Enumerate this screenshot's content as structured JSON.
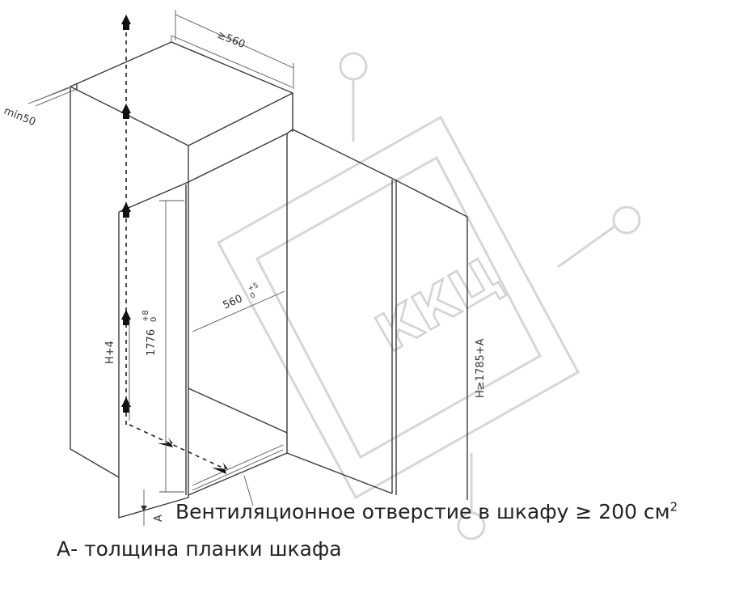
{
  "watermark": {
    "text": "ККЦ"
  },
  "dimensions": {
    "cabinet_depth": "≥560",
    "min_gap": "min50",
    "niche_width": "560",
    "niche_width_tol_upper": "+5",
    "niche_width_tol_lower": "0",
    "niche_height": "1776",
    "niche_height_tol_upper": "+8",
    "niche_height_tol_lower": "0",
    "h_plus": "H+4",
    "h_total": "H≥1785+A",
    "a_label": "A"
  },
  "captions": {
    "vent_text": "Вентиляционное отверстие в шкафу ≥ 200 см",
    "vent_sup": "2",
    "a_text": "А- толщина планки шкафа"
  }
}
